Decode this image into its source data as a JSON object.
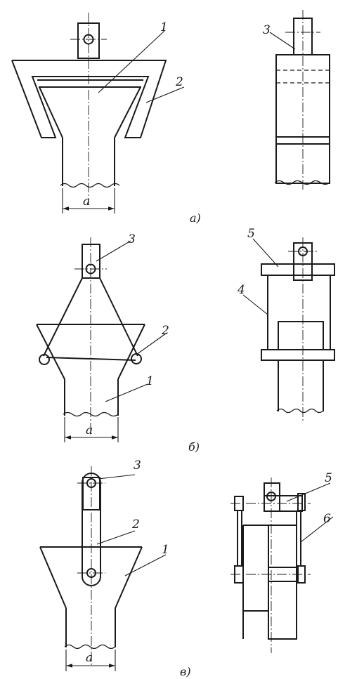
{
  "labels": {
    "part1": "1",
    "part2": "2",
    "part3": "3",
    "part4": "4",
    "part5": "5",
    "part6": "6",
    "dim_a": "a"
  },
  "captions": {
    "a": "а)",
    "b": "б)",
    "c": "в)"
  }
}
